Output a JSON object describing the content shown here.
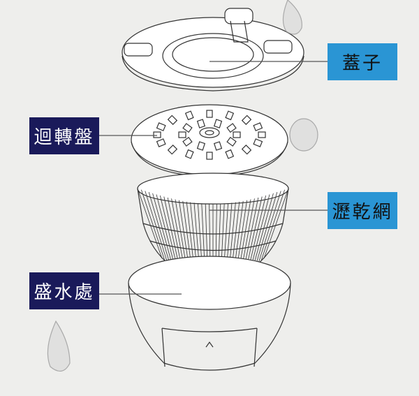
{
  "labels": {
    "lid": "蓋子",
    "spin_plate": "迴轉盤",
    "drain_basket": "瀝乾網",
    "water_bowl": "盛水處"
  },
  "colors": {
    "lid_label": "#2a95d4",
    "navy_label": "#1a1a5a",
    "background": "#eeeeec"
  }
}
